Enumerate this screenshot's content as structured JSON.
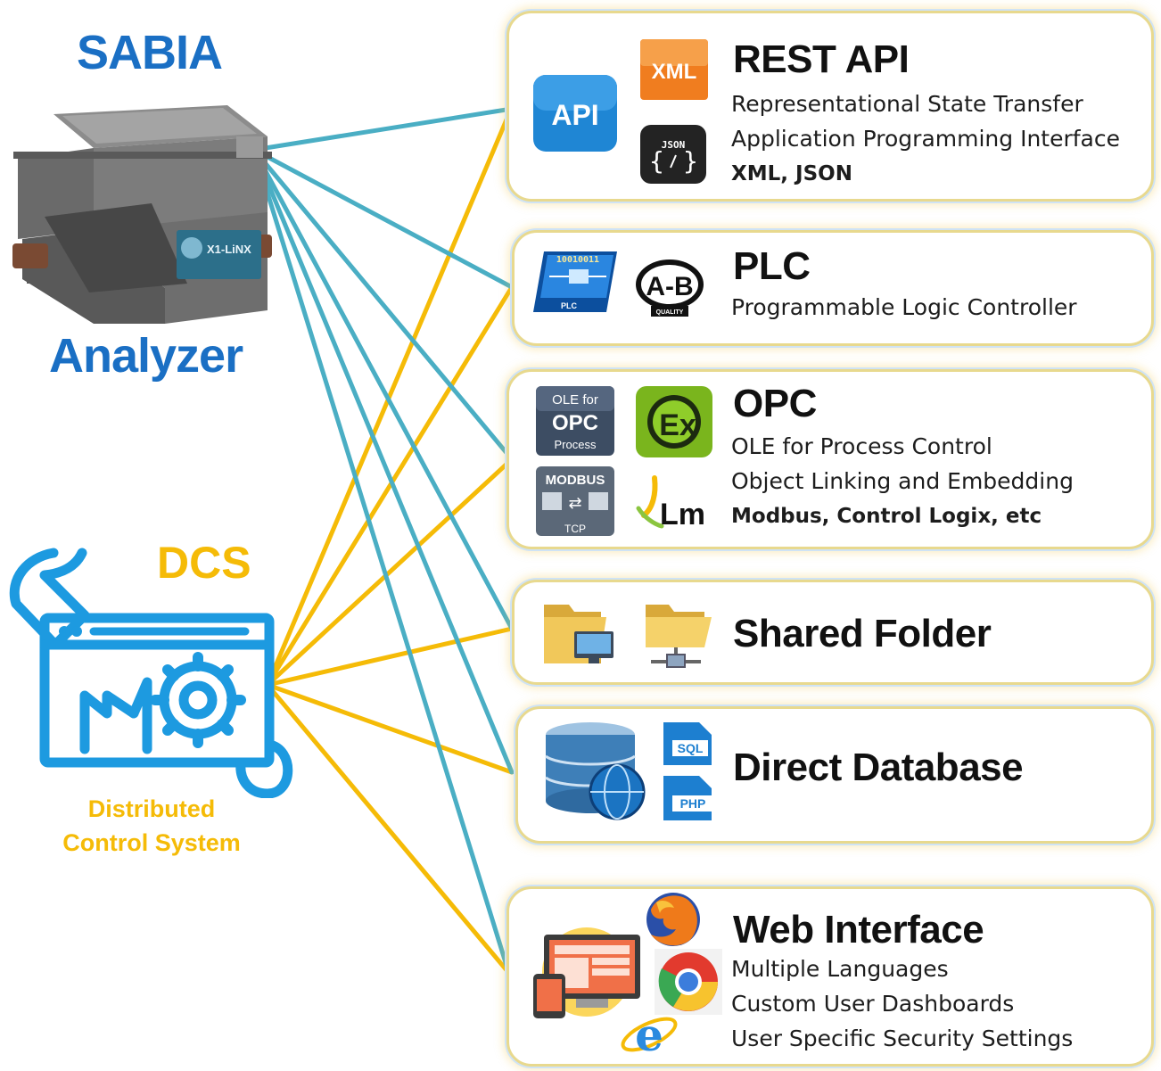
{
  "left": {
    "sabia_title": "SABIA",
    "analyzer_title": "Analyzer",
    "device_label": "X1-LiNX",
    "dcs_title": "DCS",
    "dcs_subtitle_1": "Distributed",
    "dcs_subtitle_2": "Control System"
  },
  "colors": {
    "blue_brand": "#1a6fc4",
    "yellow_brand": "#f5bb07",
    "analyzer_lines": "#4aaec4",
    "dcs_lines": "#f5bb07"
  },
  "panels": {
    "rest_api": {
      "title": "REST API",
      "line1": "Representational State Transfer",
      "line2": "Application Programming Interface",
      "line3": "XML, JSON",
      "icon_api_label": "API",
      "icon_xml_label": "XML",
      "icon_json_label": "JSON"
    },
    "plc": {
      "title": "PLC",
      "line1": "Programmable Logic Controller",
      "icon_plc_label": "PLC",
      "icon_plc_binary": "10010011",
      "icon_ab_label": "A-B",
      "icon_ab_sub": "QUALITY"
    },
    "opc": {
      "title": "OPC",
      "line1": "OLE for Process Control",
      "line2": "Object Linking and Embedding",
      "line3": "Modbus, Control Logix, etc",
      "icon_ole_top": "OLE for",
      "icon_ole_mid": "OPC",
      "icon_ole_bottom": "Process",
      "icon_modbus_top": "MODBUS",
      "icon_modbus_bottom": "TCP",
      "icon_ex_label": "Ex"
    },
    "shared_folder": {
      "title": "Shared Folder"
    },
    "direct_database": {
      "title": "Direct Database",
      "icon_sql_label": "SQL",
      "icon_php_label": "PHP"
    },
    "web_interface": {
      "title": "Web Interface",
      "line1": "Multiple Languages",
      "line2": "Custom User Dashboards",
      "line3": "User Specific Security Settings"
    }
  }
}
